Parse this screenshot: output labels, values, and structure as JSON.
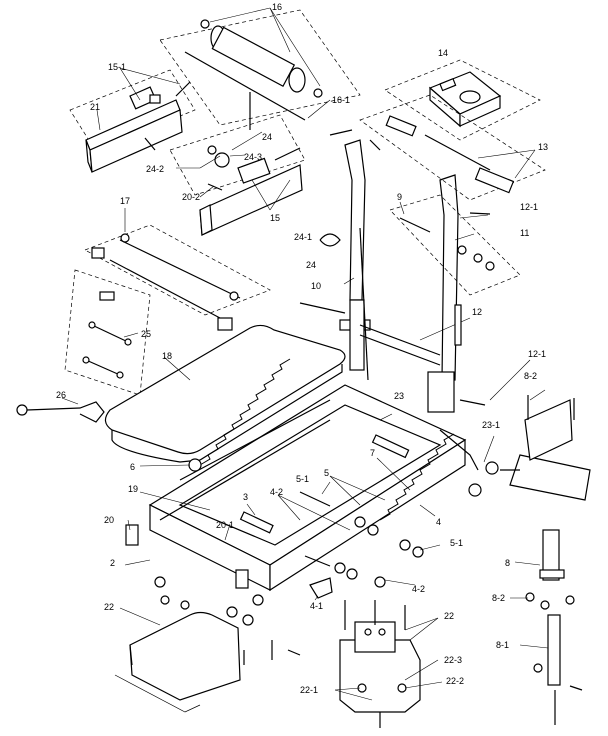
{
  "labels": {
    "l16": "16",
    "l15_1": "15-1",
    "l16_1": "16-1",
    "l21": "21",
    "l24": "24",
    "l24_2": "24-2",
    "l24_3": "24-3",
    "l14": "14",
    "l13": "13",
    "l20_2": "20-2",
    "l15": "15",
    "l17": "17",
    "l9": "9",
    "l12_1a": "12-1",
    "l11": "11",
    "l24_1": "24-1",
    "l24b": "24",
    "l10": "10",
    "l25": "25",
    "l12": "12",
    "l18": "18",
    "l12_1b": "12-1",
    "l8_2a": "8-2",
    "l26": "26",
    "l23": "23",
    "l23_1": "23-1",
    "l7": "7",
    "l6": "6",
    "l5_1a": "5-1",
    "l5": "5",
    "l19": "19",
    "l3": "3",
    "l4_2a": "4-2",
    "l4": "4",
    "l20": "20",
    "l20_1": "20-1",
    "l5_1b": "5-1",
    "l2": "2",
    "l8": "8",
    "l4_2b": "4-2",
    "l8_2b": "8-2",
    "l4_1": "4-1",
    "l22a": "22",
    "l22b": "22",
    "l8_1": "8-1",
    "l22_3": "22-3",
    "l22_1": "22-1",
    "l22_2": "22-2"
  }
}
